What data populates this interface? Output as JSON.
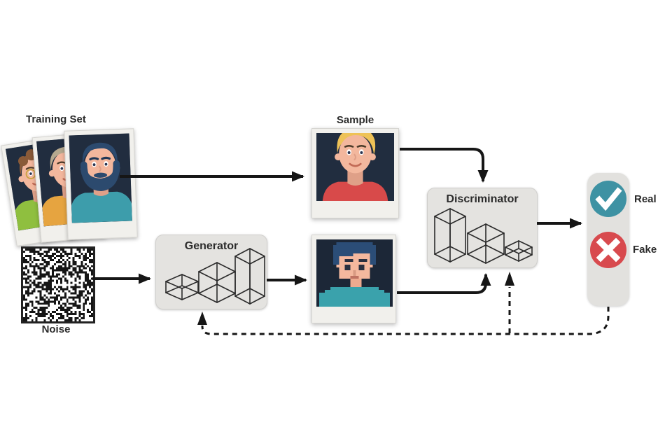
{
  "labels": {
    "training_set": "Training Set",
    "sample": "Sample",
    "noise": "Noise",
    "generator": "Generator",
    "discriminator": "Discriminator",
    "real": "Real",
    "fake": "Fake"
  },
  "icons": {
    "real": "check-icon",
    "fake": "x-icon"
  },
  "colors": {
    "background": "#ffffff",
    "text": "#2b2b2b",
    "arrow": "#161616",
    "box_fill": "#e4e3e0",
    "box_border": "#d0cfcc",
    "photo_frame": "#f1f0ec",
    "photo_background": "#212d3f",
    "real_circle": "#3e92a3",
    "fake_circle": "#d84a4e",
    "icon_stroke": "#ffffff",
    "noise_dark": "#151515",
    "noise_light": "#ffffff"
  }
}
